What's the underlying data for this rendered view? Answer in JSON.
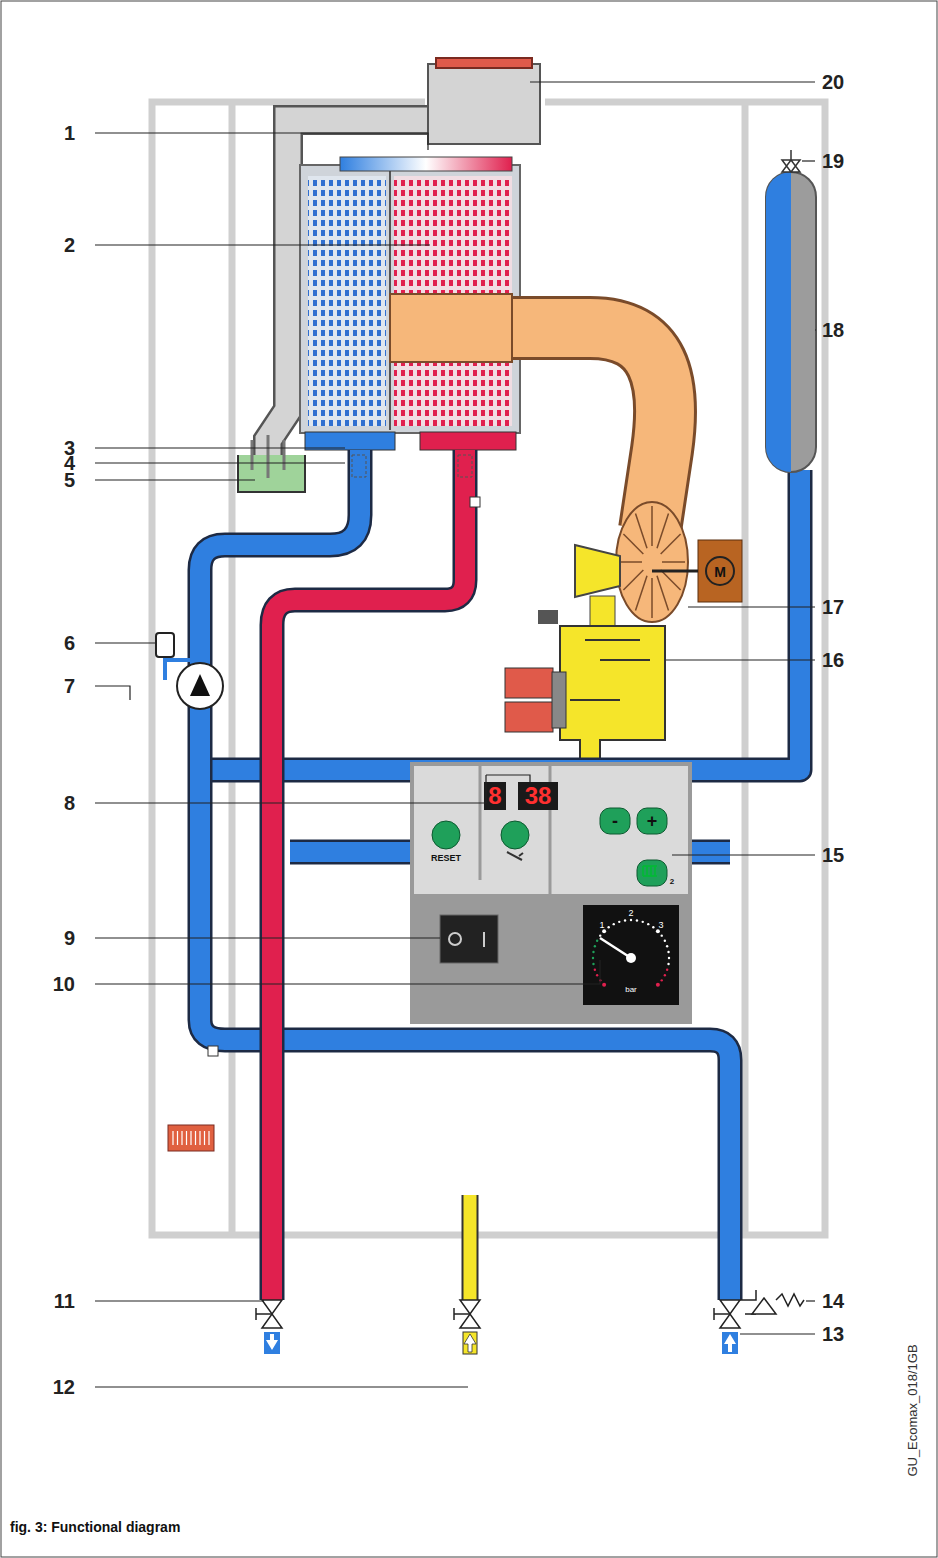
{
  "diagram": {
    "caption": "fig. 3: Functional diagram",
    "labels": [
      "1",
      "2",
      "3",
      "4",
      "5",
      "6",
      "7",
      "8",
      "9",
      "10",
      "11",
      "12",
      "13",
      "14",
      "15",
      "16",
      "17",
      "18",
      "19",
      "20",
      "8",
      "38",
      "RESET",
      "-",
      "+",
      "2",
      "1",
      "2",
      "3",
      "bar",
      "M",
      "GU_Ecomax_018/1GB"
    ]
  }
}
